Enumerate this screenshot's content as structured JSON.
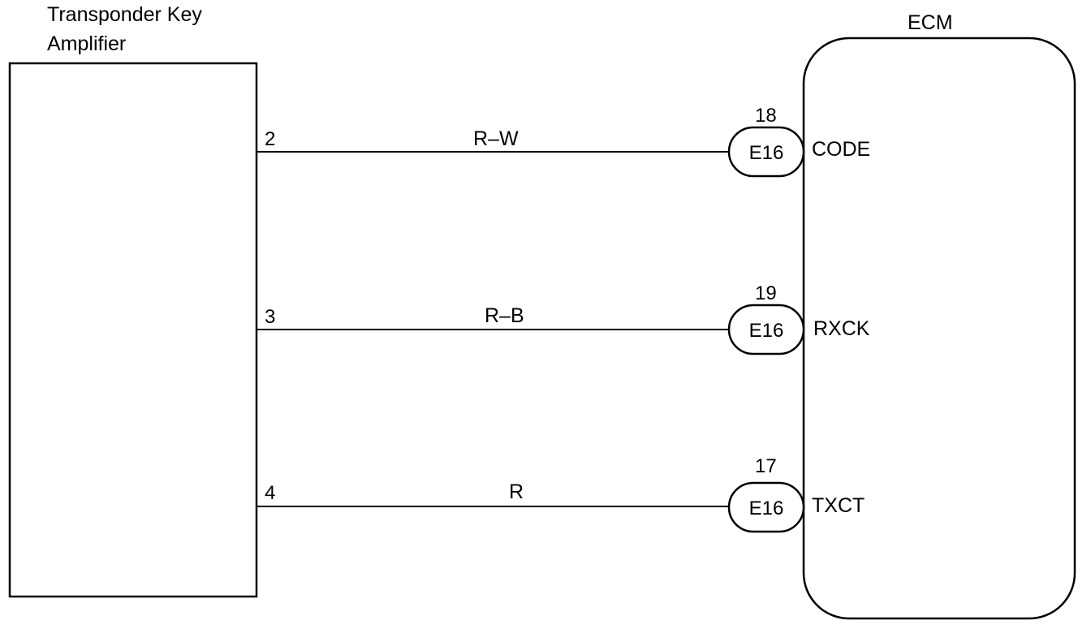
{
  "left_component": {
    "title_line1": "Transponder Key",
    "title_line2": "Amplifier"
  },
  "right_component": {
    "title": "ECM"
  },
  "circuits": [
    {
      "pin": "2",
      "wire_color": "R–W",
      "connector": "E16",
      "ecm_pin": "18",
      "signal": "CODE"
    },
    {
      "pin": "3",
      "wire_color": "R–B",
      "connector": "E16",
      "ecm_pin": "19",
      "signal": "RXCK"
    },
    {
      "pin": "4",
      "wire_color": "R",
      "connector": "E16",
      "ecm_pin": "17",
      "signal": "TXCT"
    }
  ],
  "colors": {
    "line": "#000000",
    "background": "#ffffff"
  }
}
